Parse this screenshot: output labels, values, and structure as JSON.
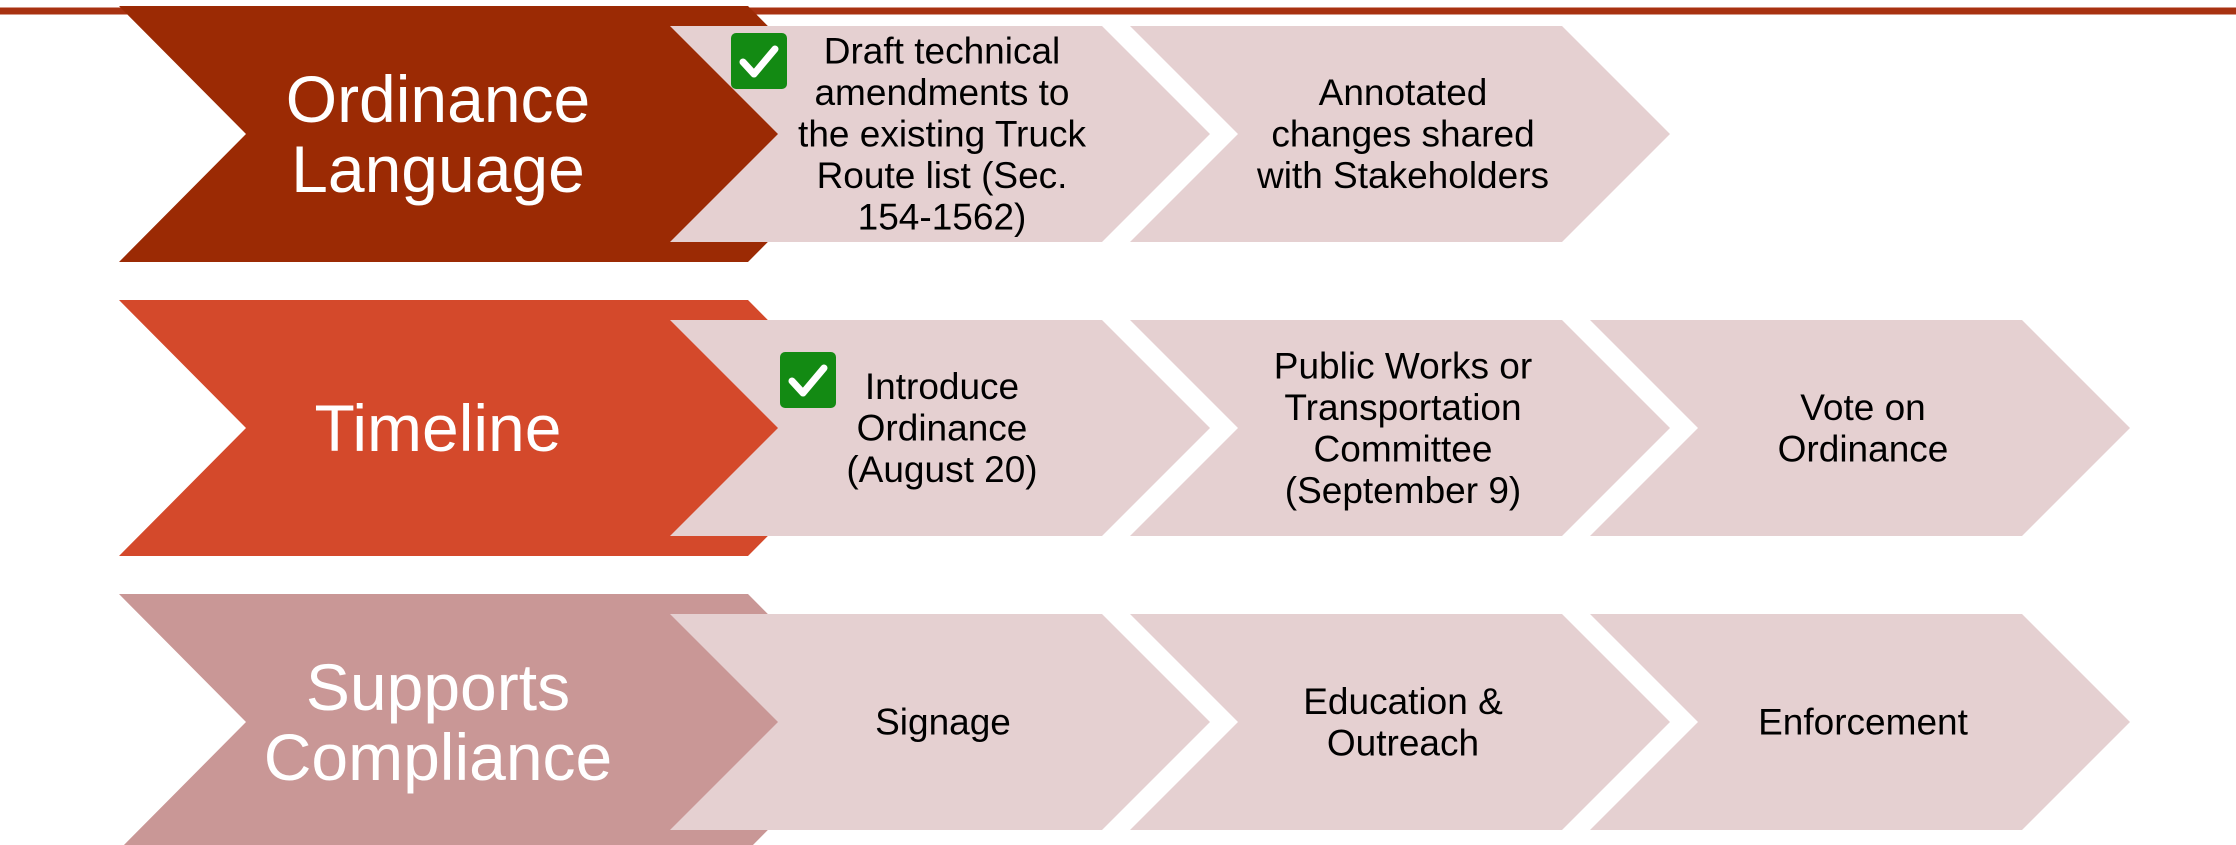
{
  "colors": {
    "top_rule": "#A83211",
    "step_bg": "#E5D0D1",
    "check_bg": "#138A13",
    "check_mark": "#ffffff"
  },
  "rows": [
    {
      "id": "ordinance-language",
      "header_lines": [
        "Ordinance",
        "Language"
      ],
      "header_color": "#9B2A04",
      "steps": [
        {
          "id": "draft-amendments",
          "checked": true,
          "lines": [
            "Draft technical",
            "amendments to",
            "the existing Truck",
            "Route list (Sec.",
            "154-1562)"
          ]
        },
        {
          "id": "annotated-changes",
          "checked": false,
          "lines": [
            "Annotated",
            "changes shared",
            "with Stakeholders"
          ]
        }
      ]
    },
    {
      "id": "timeline",
      "header_lines": [
        "Timeline"
      ],
      "header_color": "#D4492B",
      "steps": [
        {
          "id": "introduce-ordinance",
          "checked": true,
          "lines": [
            "Introduce",
            "Ordinance",
            "(August 20)"
          ]
        },
        {
          "id": "committee",
          "checked": false,
          "lines": [
            "Public Works or",
            "Transportation",
            "Committee",
            "(September 9)"
          ]
        },
        {
          "id": "vote",
          "checked": false,
          "lines": [
            "Vote on",
            "Ordinance"
          ]
        }
      ]
    },
    {
      "id": "supports-compliance",
      "header_lines": [
        "Supports",
        "Compliance"
      ],
      "header_color": "#C99796",
      "steps": [
        {
          "id": "signage",
          "checked": false,
          "lines": [
            "Signage"
          ]
        },
        {
          "id": "education-outreach",
          "checked": false,
          "lines": [
            "Education &",
            "Outreach"
          ]
        },
        {
          "id": "enforcement",
          "checked": false,
          "lines": [
            "Enforcement"
          ]
        }
      ]
    }
  ]
}
